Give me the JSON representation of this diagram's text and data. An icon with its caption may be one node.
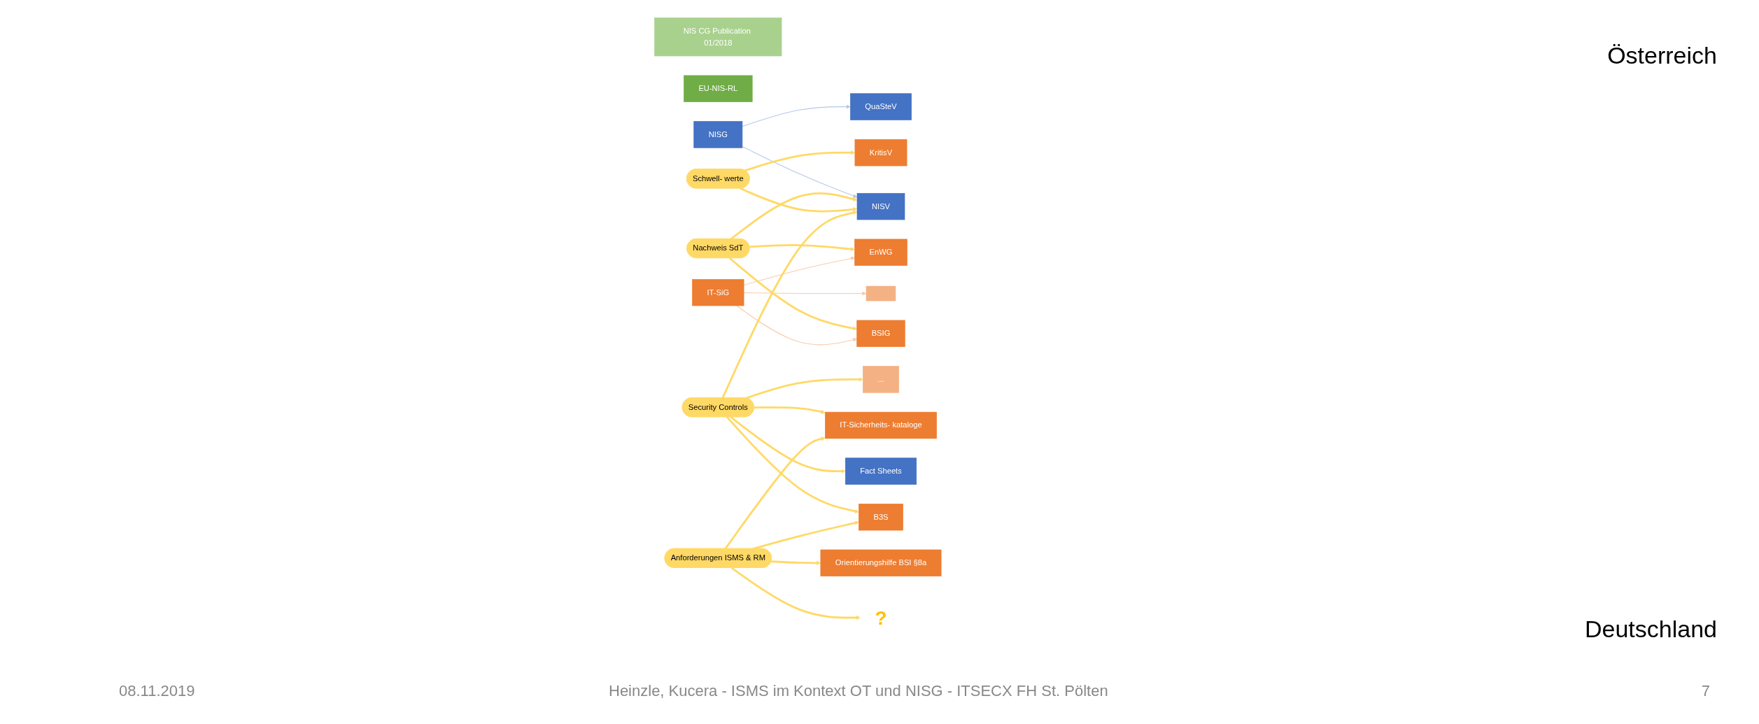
{
  "diagram": {
    "nodes": [
      {
        "text": [
          "NIS CG Publication 01/2018"
        ]
      },
      {
        "text": [
          "EU-NIS-RL"
        ]
      },
      {
        "text": [
          "NISG"
        ]
      },
      {
        "text": [
          "QuaSteV"
        ]
      },
      {
        "text": [
          "NISV"
        ]
      },
      {
        "text": [
          "Fact Sheets"
        ]
      },
      {
        "text": [
          "?"
        ]
      },
      {
        "text": [
          "Nachweis SdT"
        ]
      },
      {
        "text": [
          "Schwell- werte"
        ]
      },
      {
        "text": [
          "Security Controls"
        ]
      },
      {
        "text": [
          "Anforderungen ISMS & RM"
        ]
      },
      {
        "text": [
          "BSIG"
        ]
      },
      {
        "text": [
          "IT-SiG"
        ]
      },
      {
        "text": [
          "EnWG"
        ]
      },
      {
        "text": [],
        "shape": "box"
      },
      {
        "text": [
          "KritisV"
        ]
      },
      {
        "text": [
          "B3S"
        ]
      },
      {
        "text": [
          "..."
        ]
      },
      {
        "text": [
          "Orientierungshilfe BSI §8a"
        ]
      },
      {
        "text": [
          "IT-Sicherheits- kataloge"
        ]
      }
    ],
    "edges": [
      {
        "from": 2,
        "to": 3,
        "arrow": "to",
        "color": "#b4c7e7"
      },
      {
        "from": 2,
        "to": 4,
        "arrow": "to",
        "color": "#b4c7e7"
      },
      {
        "from": 7,
        "to": 4,
        "arrow": "to"
      },
      {
        "from": 7,
        "to": 11,
        "arrow": "to"
      },
      {
        "from": 7,
        "to": 13,
        "arrow": "to"
      },
      {
        "from": 12,
        "to": 11,
        "arrow": "to",
        "color": "#f8cbad"
      },
      {
        "from": 12,
        "to": 13,
        "arrow": "to",
        "color": "#f8cbad"
      },
      {
        "from": 12,
        "to": 14,
        "arrow": "to",
        "color": "#f8cbad"
      },
      {
        "from": 8,
        "to": 4,
        "arrow": "to"
      },
      {
        "from": 8,
        "to": 15,
        "arrow": "to"
      },
      {
        "from": 9,
        "to": 4,
        "arrow": "to"
      },
      {
        "from": 9,
        "to": 5,
        "arrow": "to"
      },
      {
        "from": 9,
        "to": 16,
        "arrow": "to"
      },
      {
        "from": 9,
        "to": 17,
        "arrow": "to"
      },
      {
        "from": 9,
        "to": 19,
        "arrow": "to"
      },
      {
        "from": 10,
        "to": 6,
        "arrow": "to"
      },
      {
        "from": 10,
        "to": 16,
        "arrow": "to"
      },
      {
        "from": 10,
        "to": 18,
        "arrow": "to"
      },
      {
        "from": 10,
        "to": 19,
        "arrow": "to"
      }
    ],
    "labels": [
      "Österreich",
      "Deutschland",
      "08.11.2019",
      "Heinzle, Kucera - ISMS im Kontext OT und NISG - ITSECX FH St. Pölten",
      "7"
    ]
  }
}
